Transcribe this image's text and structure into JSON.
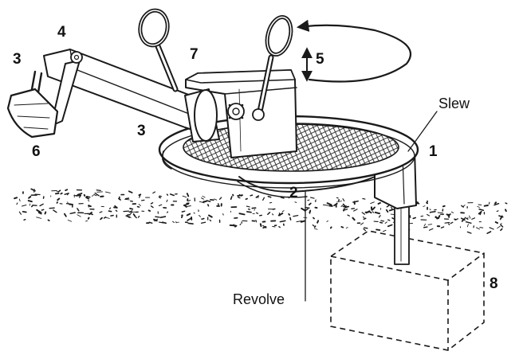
{
  "labels": {
    "bucket_mount": "3",
    "arm_pivot": "4",
    "boom_pivot": "3",
    "lever_motion": "5",
    "bucket": "6",
    "seat_box": "7",
    "support_post": "1",
    "turntable": "2",
    "foundation": "8"
  },
  "motion_words": {
    "slew": "Slew",
    "revolve": "Revolve"
  },
  "colors": {
    "ink": "#1a1a1a",
    "background": "#ffffff"
  }
}
